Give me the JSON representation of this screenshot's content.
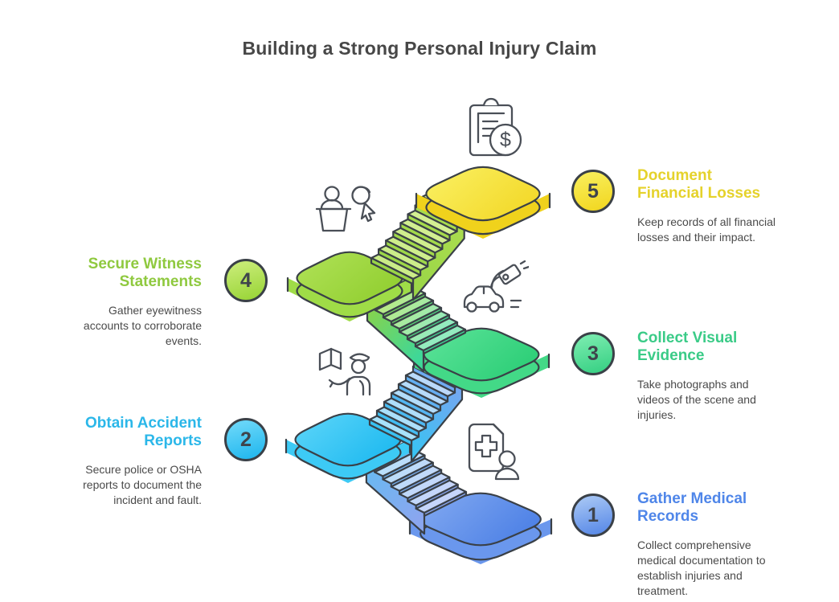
{
  "title": "Building a Strong Personal Injury Claim",
  "outline_color": "#3A4047",
  "icon_stroke": "#4A4F57",
  "glyphs": {
    "dollar": "$"
  },
  "steps": [
    {
      "number": "1",
      "title": "Gather Medical Records",
      "description": "Collect comprehensive medical documentation to establish injuries and treatment.",
      "accent": "#4F86E9",
      "circle": [
        "#9FC0F3",
        "#5C8CE8"
      ],
      "platform_top": [
        "#7AA3EF",
        "#4F82E6"
      ],
      "platform_side": "#6A97ED",
      "icon": "medical-records-icon"
    },
    {
      "number": "2",
      "title": "Obtain Accident Reports",
      "description": "Secure police or OSHA reports to document the incident and fault.",
      "accent": "#2BB7E9",
      "circle": [
        "#66D5F8",
        "#25B9EF"
      ],
      "platform_top": [
        "#55D2F8",
        "#1FBAF0"
      ],
      "platform_side": "#3DCAF5",
      "icon": "police-report-icon"
    },
    {
      "number": "3",
      "title": "Collect Visual Evidence",
      "description": "Take photographs and videos of the scene and injuries.",
      "accent": "#3ACB87",
      "circle": [
        "#74E9AB",
        "#3BD286"
      ],
      "platform_top": [
        "#55E094",
        "#2ECF78"
      ],
      "platform_side": "#43D987",
      "icon": "car-camera-icon"
    },
    {
      "number": "4",
      "title": "Secure Witness Statements",
      "description": "Gather eyewitness accounts to corroborate events.",
      "accent": "#8FC93F",
      "circle": [
        "#C5EA72",
        "#9CD63B"
      ],
      "platform_top": [
        "#ACDF52",
        "#92CF31"
      ],
      "platform_side": "#9FDC47",
      "icon": "witness-icon"
    },
    {
      "number": "5",
      "title": "Document Financial Losses",
      "description": "Keep records of all financial losses and their impact.",
      "accent": "#E5D22B",
      "circle": [
        "#F8EC55",
        "#F2D824"
      ],
      "platform_top": [
        "#F9ED5B",
        "#F3D92A"
      ],
      "platform_side": "#F0D21C",
      "icon": "clipboard-dollar-icon"
    }
  ],
  "flights": [
    {
      "from": 1,
      "to": 2,
      "dark": [
        "#8AA6EF",
        "#66BBF2"
      ],
      "light": [
        "#C6D5FA",
        "#B5E2FA"
      ]
    },
    {
      "from": 2,
      "to": 3,
      "dark": [
        "#38C3F3",
        "#74A7F1"
      ],
      "light": [
        "#A5E3FB",
        "#BFD7FA"
      ]
    },
    {
      "from": 3,
      "to": 4,
      "dark": [
        "#3FD797",
        "#8FD344"
      ],
      "light": [
        "#93EBC0",
        "#C2E977"
      ]
    },
    {
      "from": 4,
      "to": 5,
      "dark": [
        "#9AD647",
        "#A9DC4E"
      ],
      "light": [
        "#C9EC86",
        "#D6F095"
      ]
    }
  ]
}
